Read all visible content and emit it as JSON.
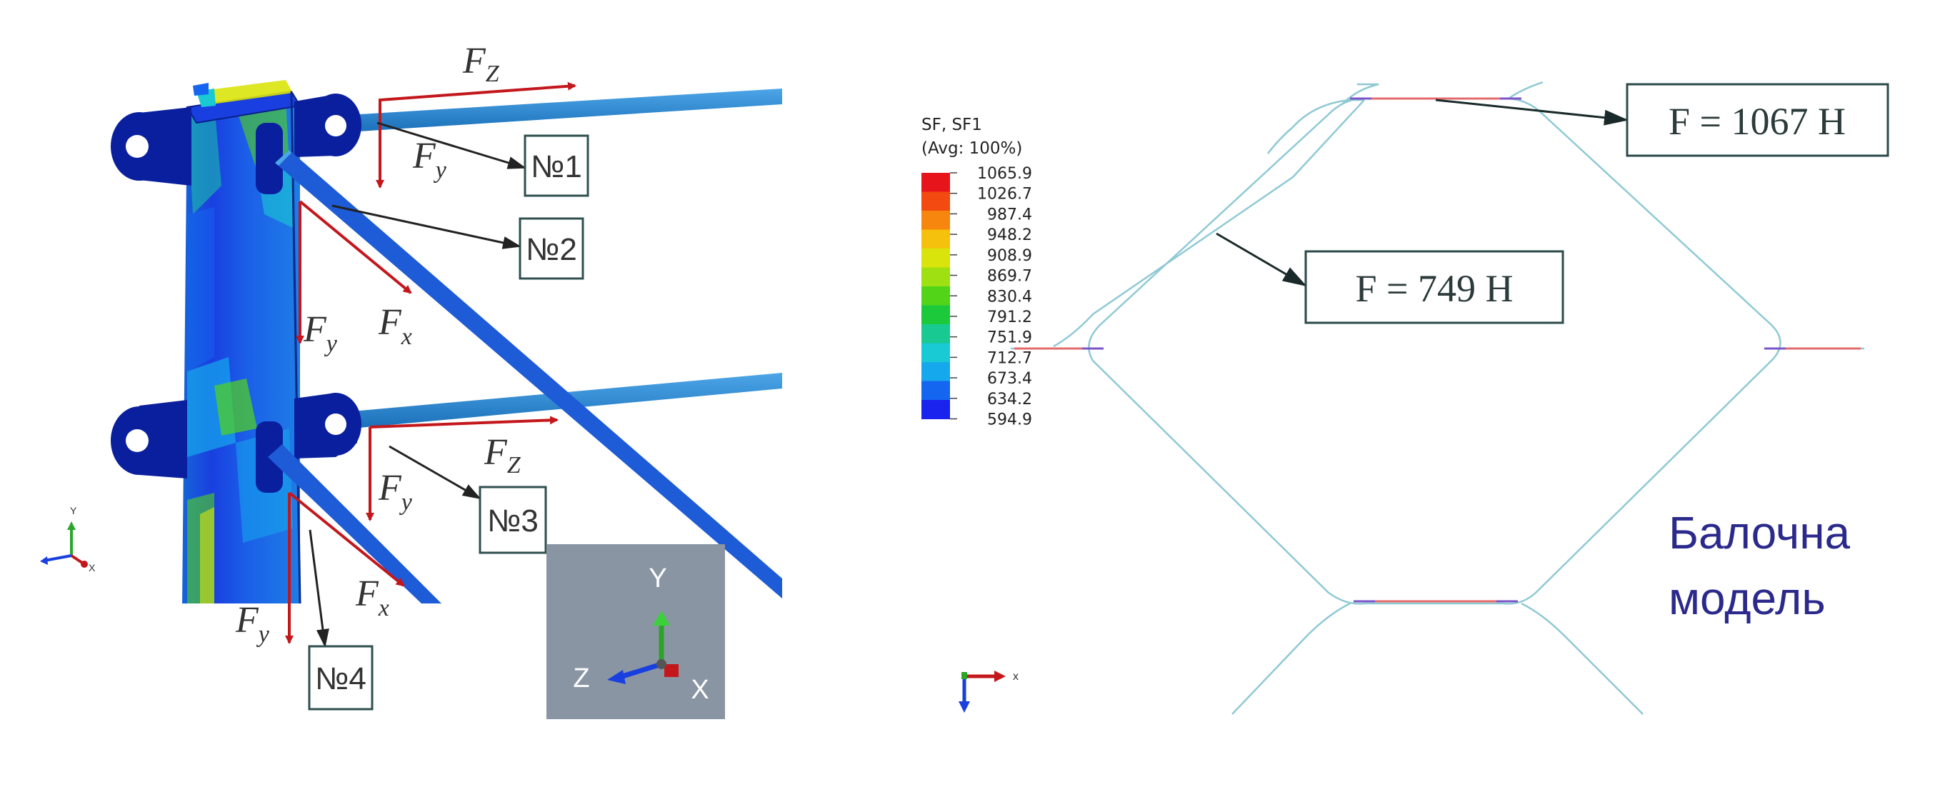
{
  "left_figure": {
    "force_labels": {
      "fz": "F",
      "fz_sub": "Z",
      "fy": "F",
      "fy_sub": "y",
      "fx": "F",
      "fx_sub": "x"
    },
    "tags": [
      "№1",
      "№2",
      "№3",
      "№4"
    ],
    "triad_small": {
      "y": "Y",
      "x": "X"
    },
    "triad_box": {
      "y": "Y",
      "z": "Z",
      "x": "X"
    }
  },
  "legend": {
    "title_line1": "SF, SF1",
    "title_line2": "(Avg: 100%)",
    "values": [
      "1065.9",
      "1026.7",
      "987.4",
      "948.2",
      "908.9",
      "869.7",
      "830.4",
      "791.2",
      "751.9",
      "712.7",
      "673.4",
      "634.2",
      "594.9"
    ],
    "colors": [
      "#e8141c",
      "#f24a10",
      "#f7860f",
      "#f5c10c",
      "#d9e40c",
      "#9fe012",
      "#52d419",
      "#1cc93a",
      "#18c992",
      "#19c9d4",
      "#16a8ec",
      "#1466f0",
      "#1a22ee"
    ]
  },
  "results": {
    "top_force": "F = 1067 H",
    "mid_force": "F = 749 H"
  },
  "axis_triad_right": {
    "x": "x"
  },
  "caption": {
    "line1": "Балочна",
    "line2": "модель"
  },
  "colors": {
    "beam_thin": "#7fc4cf",
    "beam_thick": "#1e5bd6",
    "arrow_red": "#c4171c",
    "caption": "#2b2a8c"
  }
}
